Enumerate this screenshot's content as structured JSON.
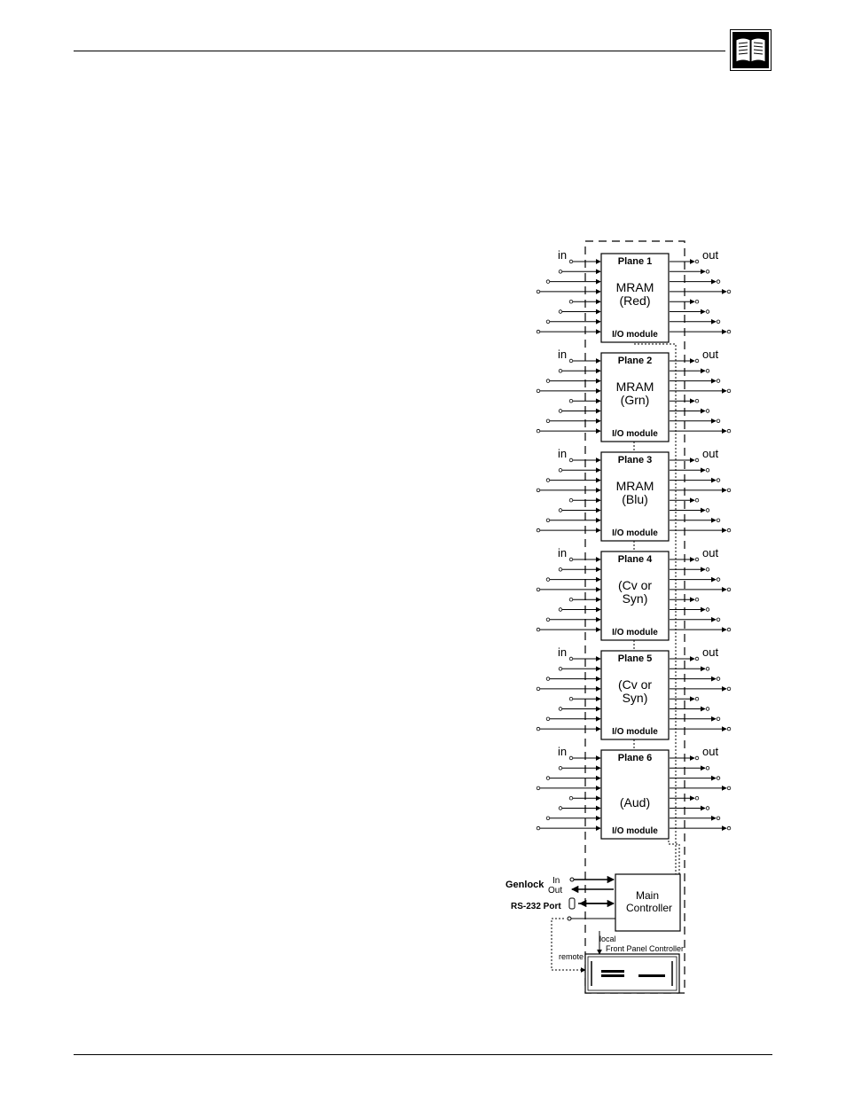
{
  "header": {
    "icon": "open-book-icon"
  },
  "diagram": {
    "planes": [
      {
        "title": "Plane 1",
        "lines": [
          "MRAM",
          "(Red)"
        ],
        "module": "I/O  module",
        "in_label": "in",
        "out_label": "out"
      },
      {
        "title": "Plane 2",
        "lines": [
          "MRAM",
          "(Grn)"
        ],
        "module": "I/O  module",
        "in_label": "in",
        "out_label": "out"
      },
      {
        "title": "Plane 3",
        "lines": [
          "MRAM",
          "(Blu)"
        ],
        "module": "I/O  module",
        "in_label": "in",
        "out_label": "out"
      },
      {
        "title": "Plane 4",
        "lines": [
          "(Cv or",
          "Syn)"
        ],
        "module": "I/O  module",
        "in_label": "in",
        "out_label": "out"
      },
      {
        "title": "Plane 5",
        "lines": [
          "(Cv or",
          "Syn)"
        ],
        "module": "I/O  module",
        "in_label": "in",
        "out_label": "out"
      },
      {
        "title": "Plane 6",
        "lines": [
          "(Aud)"
        ],
        "module": "I/O  module",
        "in_label": "in",
        "out_label": "out"
      }
    ],
    "genlock_label": "Genlock",
    "genlock_in": "In",
    "genlock_out": "Out",
    "rs232_label": "RS-232 Port",
    "controller_lines": [
      "Main",
      "Controller"
    ],
    "local_label": "local",
    "front_panel_label": "Front Panel Controller",
    "remote_label": "remote"
  }
}
